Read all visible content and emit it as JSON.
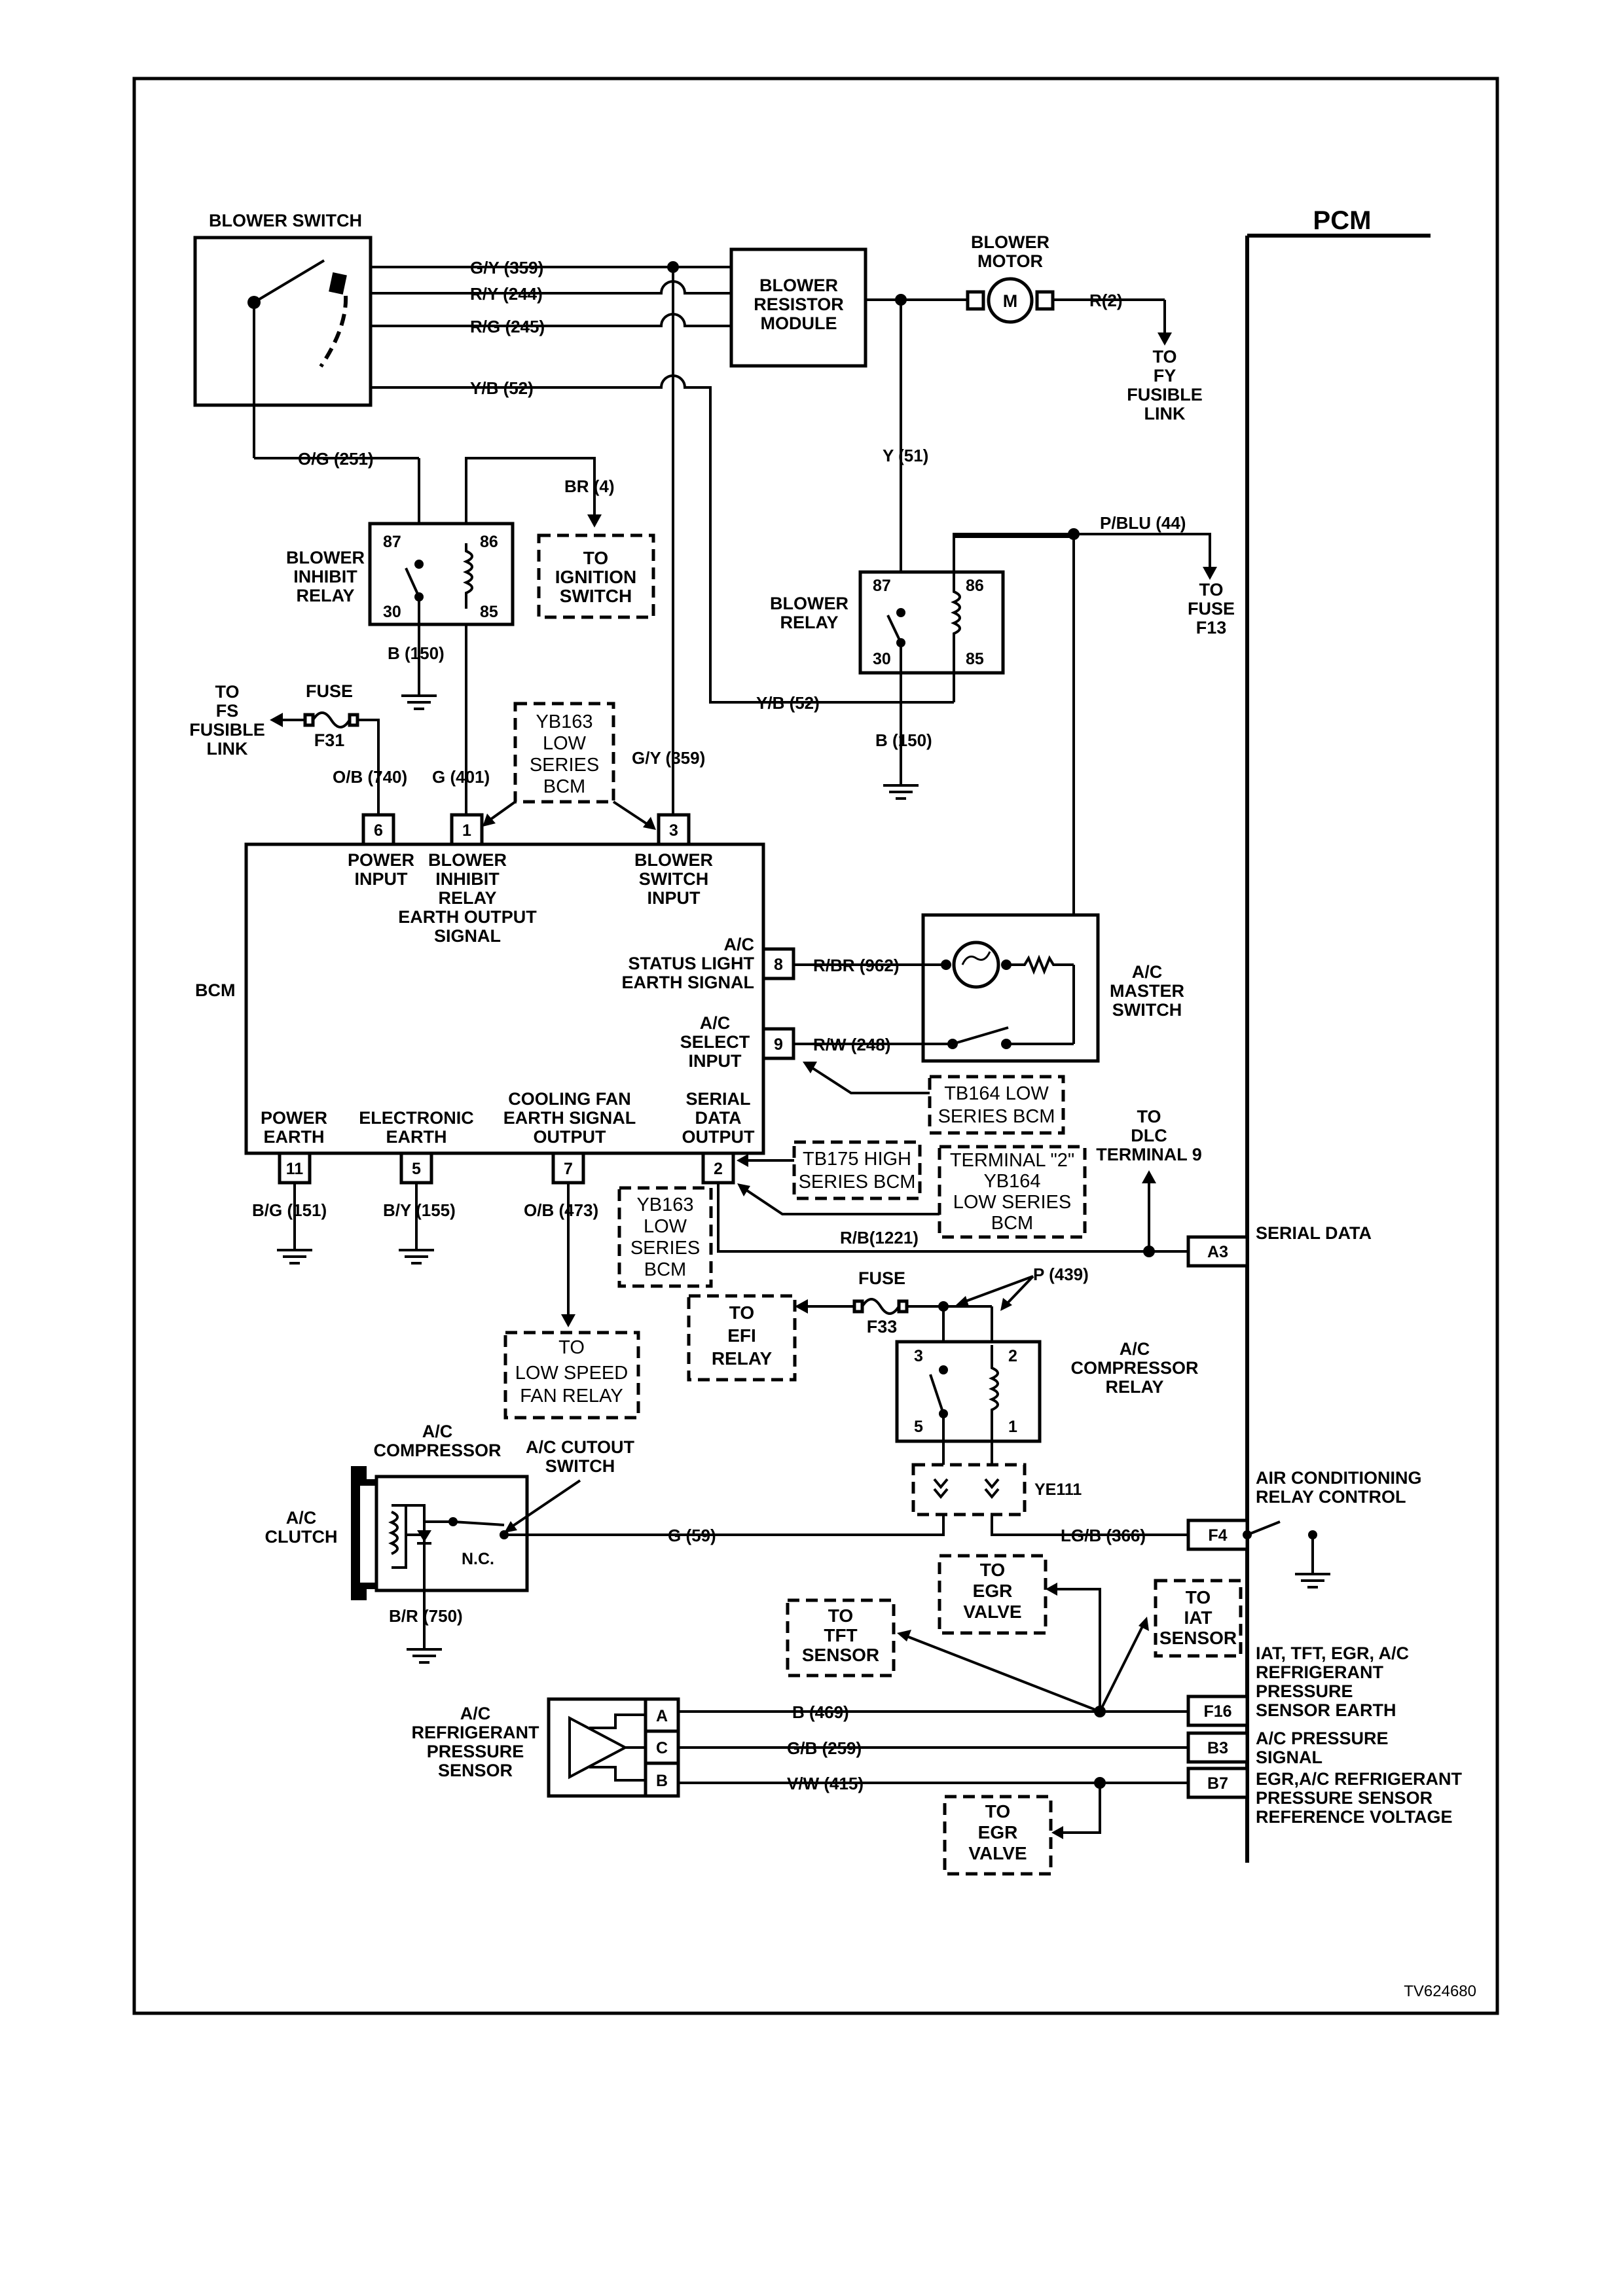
{
  "diagram_id": "TV624680",
  "pcm": {
    "title": "PCM"
  },
  "blower_switch": {
    "label": "BLOWER SWITCH"
  },
  "blower_resistor": {
    "line1": "BLOWER",
    "line2": "RESISTOR",
    "line3": "MODULE"
  },
  "blower_motor": {
    "line1": "BLOWER",
    "line2": "MOTOR",
    "symbol": "M"
  },
  "to_fy": {
    "line1": "TO",
    "line2": "FY",
    "line3": "FUSIBLE",
    "line4": "LINK"
  },
  "wires": {
    "gy359": "G/Y (359)",
    "ry244": "R/Y (244)",
    "rg245": "R/G (245)",
    "yb52": "Y/B (52)",
    "og251": "O/G (251)",
    "br4": "BR (4)",
    "r2": "R(2)",
    "y51": "Y (51)",
    "pblu44": "P/BLU (44)",
    "b150a": "B (150)",
    "b150b": "B (150)",
    "yb52b": "Y/B (52)",
    "ob740": "O/B (740)",
    "g401": "G (401)",
    "gy359b": "G/Y (359)",
    "rbr962": "R/BR (962)",
    "rw248": "R/W (248)",
    "bg151": "B/G (151)",
    "by155": "B/Y (155)",
    "ob473": "O/B (473)",
    "rb1221": "R/B(1221)",
    "p439": "P (439)",
    "g59": "G (59)",
    "lgb366": "LG/B (366)",
    "br750": "B/R (750)",
    "b469": "B (469)",
    "gb259": "G/B (259)",
    "vw415": "V/W (415)"
  },
  "inhibit_relay": {
    "line1": "BLOWER",
    "line2": "INHIBIT",
    "line3": "RELAY",
    "p87": "87",
    "p86": "86",
    "p30": "30",
    "p85": "85"
  },
  "to_ignition": {
    "line1": "TO",
    "line2": "IGNITION",
    "line3": "SWITCH"
  },
  "blower_relay": {
    "line1": "BLOWER",
    "line2": "RELAY",
    "p87": "87",
    "p86": "86",
    "p30": "30",
    "p85": "85"
  },
  "to_fuse_f13": {
    "line1": "TO",
    "line2": "FUSE",
    "line3": "F13"
  },
  "to_fs": {
    "line1": "TO",
    "line2": "FS",
    "line3": "FUSIBLE",
    "line4": "LINK"
  },
  "fuse_f31": {
    "label": "FUSE",
    "id": "F31"
  },
  "yb163_top": {
    "line1": "YB163",
    "line2": "LOW",
    "line3": "SERIES",
    "line4": "BCM"
  },
  "bcm": {
    "label": "BCM",
    "pin6": "6",
    "pin1": "1",
    "pin3": "3",
    "pin8": "8",
    "pin9": "9",
    "pin11": "11",
    "pin5": "5",
    "pin7": "7",
    "pin2": "2",
    "power_input": [
      "POWER",
      "INPUT"
    ],
    "inhibit_out": [
      "BLOWER",
      "INHIBIT",
      "RELAY",
      "EARTH OUTPUT",
      "SIGNAL"
    ],
    "switch_input": [
      "BLOWER",
      "SWITCH",
      "INPUT"
    ],
    "ac_status": [
      "A/C",
      "STATUS LIGHT",
      "EARTH SIGNAL"
    ],
    "ac_select": [
      "A/C",
      "SELECT",
      "INPUT"
    ],
    "power_earth": [
      "POWER",
      "EARTH"
    ],
    "electronic_earth": [
      "ELECTRONIC",
      "EARTH"
    ],
    "cooling_fan": [
      "COOLING FAN",
      "EARTH SIGNAL",
      "OUTPUT"
    ],
    "serial_out": [
      "SERIAL",
      "DATA",
      "OUTPUT"
    ]
  },
  "ac_master": {
    "line1": "A/C",
    "line2": "MASTER",
    "line3": "SWITCH"
  },
  "tb164": {
    "line1": "TB164 LOW",
    "line2": "SERIES BCM"
  },
  "tb175": {
    "line1": "TB175 HIGH",
    "line2": "SERIES BCM"
  },
  "terminal2": {
    "line1": "TERMINAL \"2\"",
    "line2": "YB164",
    "line3": "LOW SERIES",
    "line4": "BCM"
  },
  "to_dlc": {
    "line1": "TO",
    "line2": "DLC",
    "line3": "TERMINAL 9"
  },
  "yb163_bottom": {
    "line1": "YB163",
    "line2": "LOW",
    "line3": "SERIES",
    "line4": "BCM"
  },
  "to_low_speed": {
    "line1": "TO",
    "line2": "LOW SPEED",
    "line3": "FAN RELAY"
  },
  "to_efi": {
    "line1": "TO",
    "line2": "EFI",
    "line3": "RELAY"
  },
  "fuse_f33": {
    "label": "FUSE",
    "id": "F33"
  },
  "ac_comp_relay": {
    "line1": "A/C",
    "line2": "COMPRESSOR",
    "line3": "RELAY",
    "p3": "3",
    "p2": "2",
    "p5": "5",
    "p1": "1"
  },
  "ye111": {
    "label": "YE111"
  },
  "ac_compressor": {
    "line1": "A/C",
    "line2": "COMPRESSOR"
  },
  "ac_clutch": {
    "line1": "A/C",
    "line2": "CLUTCH"
  },
  "cutout_switch": {
    "line1": "A/C CUTOUT",
    "line2": "SWITCH",
    "nc": "N.C."
  },
  "to_egr_1": {
    "line1": "TO",
    "line2": "EGR",
    "line3": "VALVE"
  },
  "to_iat": {
    "line1": "TO",
    "line2": "IAT",
    "line3": "SENSOR"
  },
  "to_tft": {
    "line1": "TO",
    "line2": "TFT",
    "line3": "SENSOR"
  },
  "to_egr_2": {
    "line1": "TO",
    "line2": "EGR",
    "line3": "VALVE"
  },
  "pressure_sensor": {
    "line1": "A/C",
    "line2": "REFRIGERANT",
    "line3": "PRESSURE",
    "line4": "SENSOR",
    "pa": "A",
    "pc": "C",
    "pb": "B"
  },
  "pcm_pins": {
    "a3": "A3",
    "f4": "F4",
    "f16": "F16",
    "b3": "B3",
    "b7": "B7",
    "serial_data": "SERIAL DATA",
    "air_cond": [
      "AIR CONDITIONING",
      "RELAY CONTROL"
    ],
    "sensor_earth": [
      "IAT, TFT, EGR, A/C",
      "REFRIGERANT",
      "PRESSURE",
      "SENSOR EARTH"
    ],
    "ac_pressure": [
      "A/C PRESSURE",
      "SIGNAL"
    ],
    "ref_voltage": [
      "EGR,A/C REFRIGERANT",
      "PRESSURE SENSOR",
      "REFERENCE VOLTAGE"
    ]
  }
}
